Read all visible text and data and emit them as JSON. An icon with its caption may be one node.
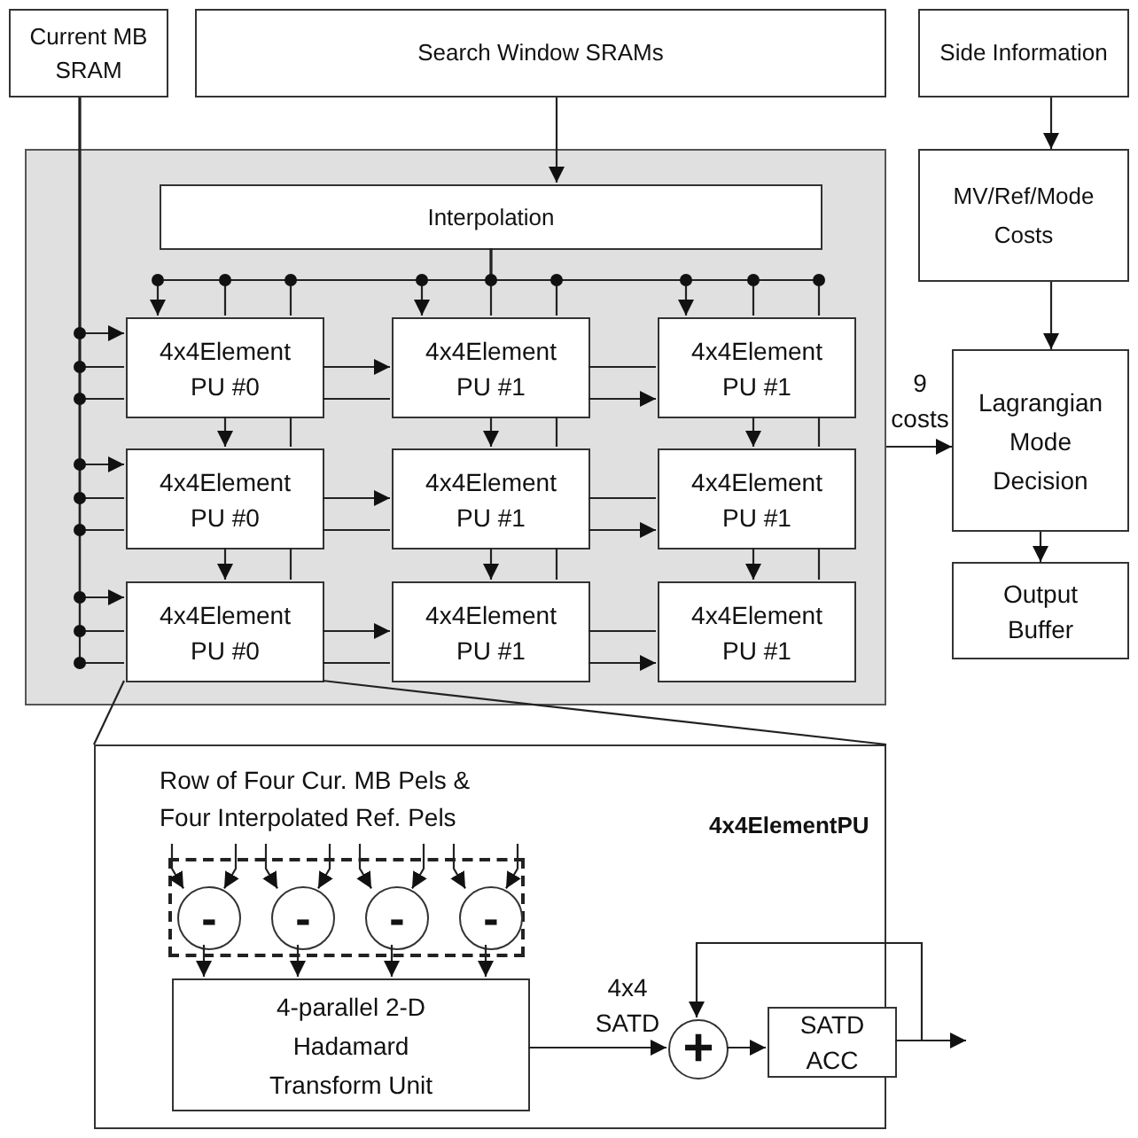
{
  "diagram": {
    "nodes": [
      {
        "text": [
          "Current MB SRAM"
        ]
      },
      {
        "text": [
          "Search Window SRAMs"
        ]
      },
      {
        "text": [
          "Side Information"
        ]
      },
      {
        "text": [],
        "shape": "box"
      },
      {
        "text": [
          "Interpolation"
        ],
        "in": 3
      },
      {
        "text": [
          "4x4Element PU #0"
        ],
        "in": 3
      },
      {
        "text": [
          "4x4Element PU #1"
        ],
        "in": 3
      },
      {
        "text": [
          "4x4Element PU #1"
        ],
        "in": 3
      },
      {
        "text": [
          "4x4Element PU #0"
        ],
        "in": 3
      },
      {
        "text": [
          "4x4Element PU #1"
        ],
        "in": 3
      },
      {
        "text": [
          "4x4Element PU #1"
        ],
        "in": 3
      },
      {
        "text": [
          "4x4Element PU #0"
        ],
        "in": 3
      },
      {
        "text": [
          "4x4Element PU #1"
        ],
        "in": 3
      },
      {
        "text": [
          "4x4Element PU #1"
        ],
        "in": 3
      },
      {
        "text": [
          "MV/Ref/Mode Costs"
        ]
      },
      {
        "text": [
          "Lagrangian Mode Decision"
        ]
      },
      {
        "text": [
          "Output Buffer"
        ]
      },
      {
        "text": [
          "Row of Four Cur. MB Pels & Four Interpolated Ref. Pels",
          "4x4ElementPU"
        ]
      },
      {
        "text": [],
        "shape": "box",
        "in": 17
      },
      {
        "text": [
          "-"
        ],
        "in": 18
      },
      {
        "text": [
          "-"
        ],
        "in": 18
      },
      {
        "text": [
          "-"
        ],
        "in": 18
      },
      {
        "text": [
          "-"
        ],
        "in": 18
      },
      {
        "text": [
          "4-parallel 2-D Hadamard Transform Unit"
        ],
        "in": 17
      },
      {
        "text": [
          "+"
        ],
        "in": 17
      },
      {
        "text": [
          "SATD ACC"
        ],
        "in": 17
      }
    ],
    "edges": [
      {
        "from": 1,
        "to": 4,
        "arrow": "to"
      },
      {
        "from": 2,
        "to": 14,
        "arrow": "to"
      },
      {
        "from": 14,
        "to": 15,
        "arrow": "to"
      },
      {
        "from": 15,
        "to": 16,
        "arrow": "to"
      },
      {
        "from": 3,
        "to": 15,
        "arrow": "to",
        "label": "9 costs"
      },
      {
        "from": 0,
        "to": 5,
        "arrow": "to"
      },
      {
        "from": 0,
        "to": 5,
        "arrow": "none"
      },
      {
        "from": 0,
        "to": 5,
        "arrow": "none"
      },
      {
        "from": 0,
        "to": 8,
        "arrow": "to"
      },
      {
        "from": 0,
        "to": 8,
        "arrow": "none"
      },
      {
        "from": 0,
        "to": 8,
        "arrow": "none"
      },
      {
        "from": 0,
        "to": 11,
        "arrow": "to"
      },
      {
        "from": 0,
        "to": 11,
        "arrow": "none"
      },
      {
        "from": 0,
        "to": 11,
        "arrow": "none"
      },
      {
        "from": 5,
        "to": 6,
        "arrow": "to"
      },
      {
        "from": 5,
        "to": 6,
        "arrow": "none"
      },
      {
        "from": 6,
        "to": 7,
        "arrow": "none"
      },
      {
        "from": 6,
        "to": 7,
        "arrow": "to"
      },
      {
        "from": 8,
        "to": 9,
        "arrow": "to"
      },
      {
        "from": 8,
        "to": 9,
        "arrow": "none"
      },
      {
        "from": 9,
        "to": 10,
        "arrow": "none"
      },
      {
        "from": 9,
        "to": 10,
        "arrow": "to"
      },
      {
        "from": 11,
        "to": 12,
        "arrow": "to"
      },
      {
        "from": 11,
        "to": 12,
        "arrow": "none"
      },
      {
        "from": 12,
        "to": 13,
        "arrow": "none"
      },
      {
        "from": 12,
        "to": 13,
        "arrow": "to"
      },
      {
        "from": 4,
        "to": 5,
        "arrow": "to"
      },
      {
        "from": 4,
        "to": 5,
        "arrow": "none"
      },
      {
        "from": 4,
        "to": 5,
        "arrow": "none"
      },
      {
        "from": 4,
        "to": 6,
        "arrow": "to"
      },
      {
        "from": 4,
        "to": 6,
        "arrow": "none"
      },
      {
        "from": 4,
        "to": 6,
        "arrow": "none"
      },
      {
        "from": 4,
        "to": 7,
        "arrow": "to"
      },
      {
        "from": 4,
        "to": 7,
        "arrow": "none"
      },
      {
        "from": 4,
        "to": 7,
        "arrow": "none"
      },
      {
        "from": 5,
        "to": 8,
        "arrow": "to"
      },
      {
        "from": 5,
        "to": 8,
        "arrow": "none"
      },
      {
        "from": 6,
        "to": 9,
        "arrow": "to"
      },
      {
        "from": 6,
        "to": 9,
        "arrow": "none"
      },
      {
        "from": 7,
        "to": 10,
        "arrow": "to"
      },
      {
        "from": 7,
        "to": 10,
        "arrow": "none"
      },
      {
        "from": 8,
        "to": 11,
        "arrow": "to"
      },
      {
        "from": 8,
        "to": 11,
        "arrow": "none"
      },
      {
        "from": 9,
        "to": 12,
        "arrow": "to"
      },
      {
        "from": 9,
        "to": 12,
        "arrow": "none"
      },
      {
        "from": 10,
        "to": 13,
        "arrow": "to"
      },
      {
        "from": 10,
        "to": 13,
        "arrow": "none"
      },
      {
        "from": 11,
        "to": 17,
        "arrow": "none"
      },
      {
        "from": null,
        "to": 19,
        "arrow": "to"
      },
      {
        "from": null,
        "to": 19,
        "arrow": "to"
      },
      {
        "from": null,
        "to": 20,
        "arrow": "to"
      },
      {
        "from": null,
        "to": 20,
        "arrow": "to"
      },
      {
        "from": null,
        "to": 21,
        "arrow": "to"
      },
      {
        "from": null,
        "to": 21,
        "arrow": "to"
      },
      {
        "from": null,
        "to": 22,
        "arrow": "to"
      },
      {
        "from": null,
        "to": 22,
        "arrow": "to"
      },
      {
        "from": 19,
        "to": 23,
        "arrow": "to"
      },
      {
        "from": 20,
        "to": 23,
        "arrow": "to"
      },
      {
        "from": 21,
        "to": 23,
        "arrow": "to"
      },
      {
        "from": 22,
        "to": 23,
        "arrow": "to"
      },
      {
        "from": 23,
        "to": 24,
        "arrow": "to",
        "label": "4x4 SATD"
      },
      {
        "from": 24,
        "to": 25,
        "arrow": "to"
      },
      {
        "from": 25,
        "to": 24,
        "arrow": "to"
      },
      {
        "from": 25,
        "to": null,
        "arrow": "to"
      },
      {
        "from": 11,
        "to": 17,
        "arrow": "none"
      }
    ]
  }
}
